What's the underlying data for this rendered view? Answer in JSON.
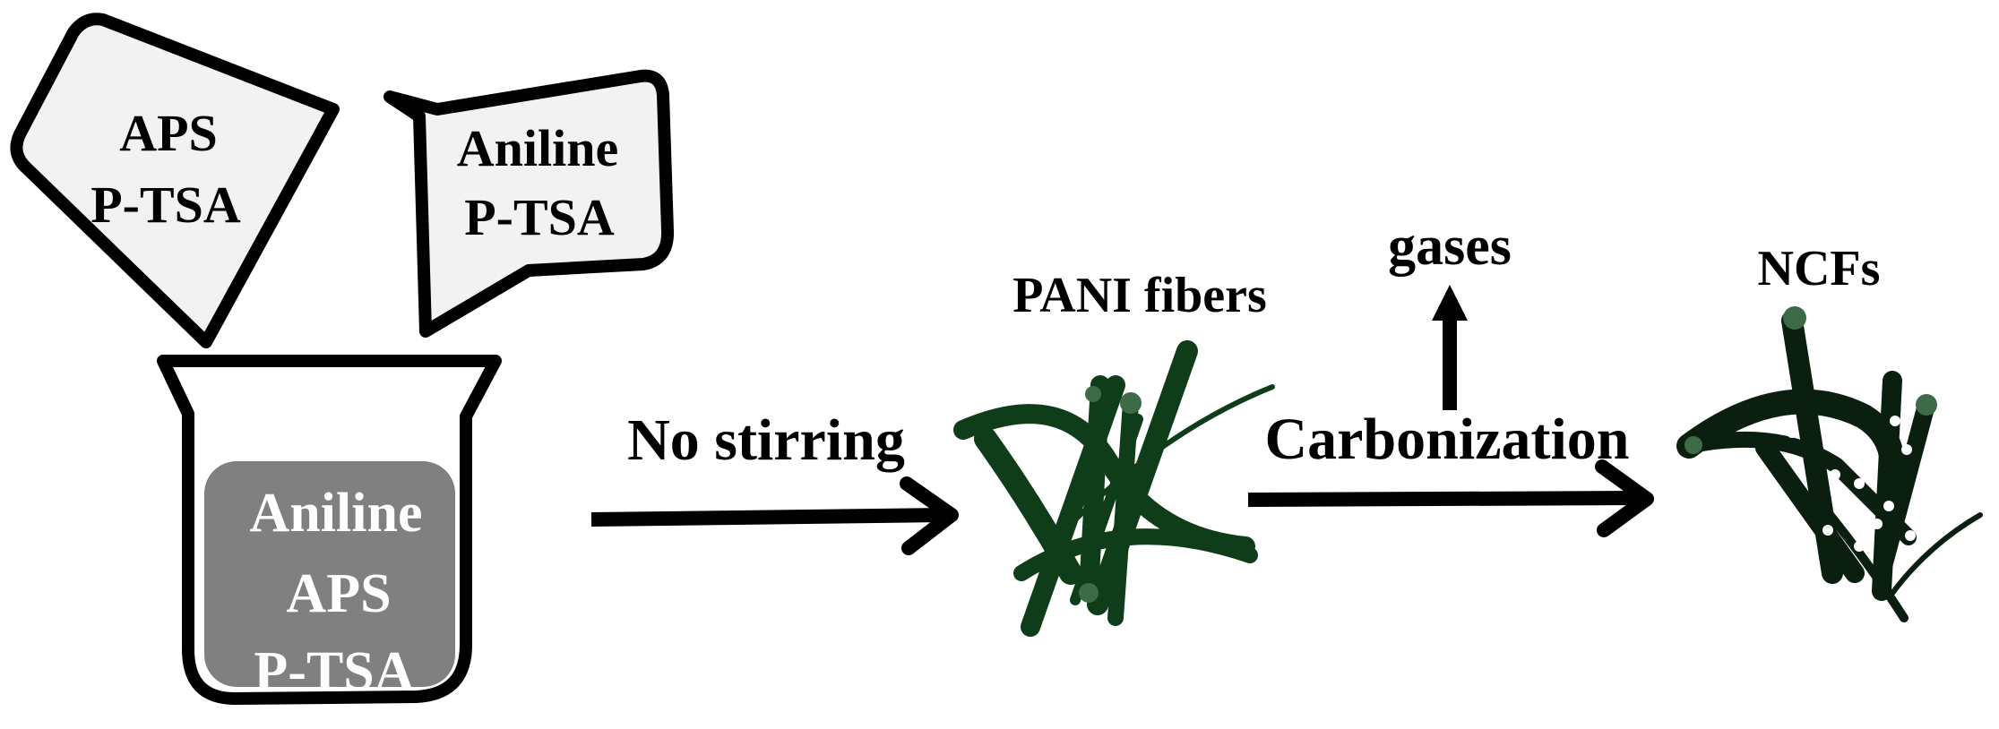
{
  "colors": {
    "outline": "#000000",
    "bag_fill": "#f2f2f2",
    "solution_fill": "#808080",
    "pani_fiber": "#0f3d1a",
    "pani_fiber_light": "#3d6b47",
    "ncf_fiber": "#0a1f10",
    "ncf_dot": "#ffffff",
    "label_white": "#ffffff"
  },
  "bag_left": {
    "line1": "APS",
    "line2": "P-TSA"
  },
  "bag_right": {
    "line1": "Aniline",
    "line2": "P-TSA"
  },
  "beaker": {
    "line1": "Aniline",
    "line2": "APS",
    "line3": "P-TSA"
  },
  "step1": {
    "label": "No stirring"
  },
  "pani": {
    "label": "PANI fibers"
  },
  "step2": {
    "label": "Carbonization",
    "byproduct": "gases"
  },
  "ncf": {
    "label": "NCFs"
  }
}
